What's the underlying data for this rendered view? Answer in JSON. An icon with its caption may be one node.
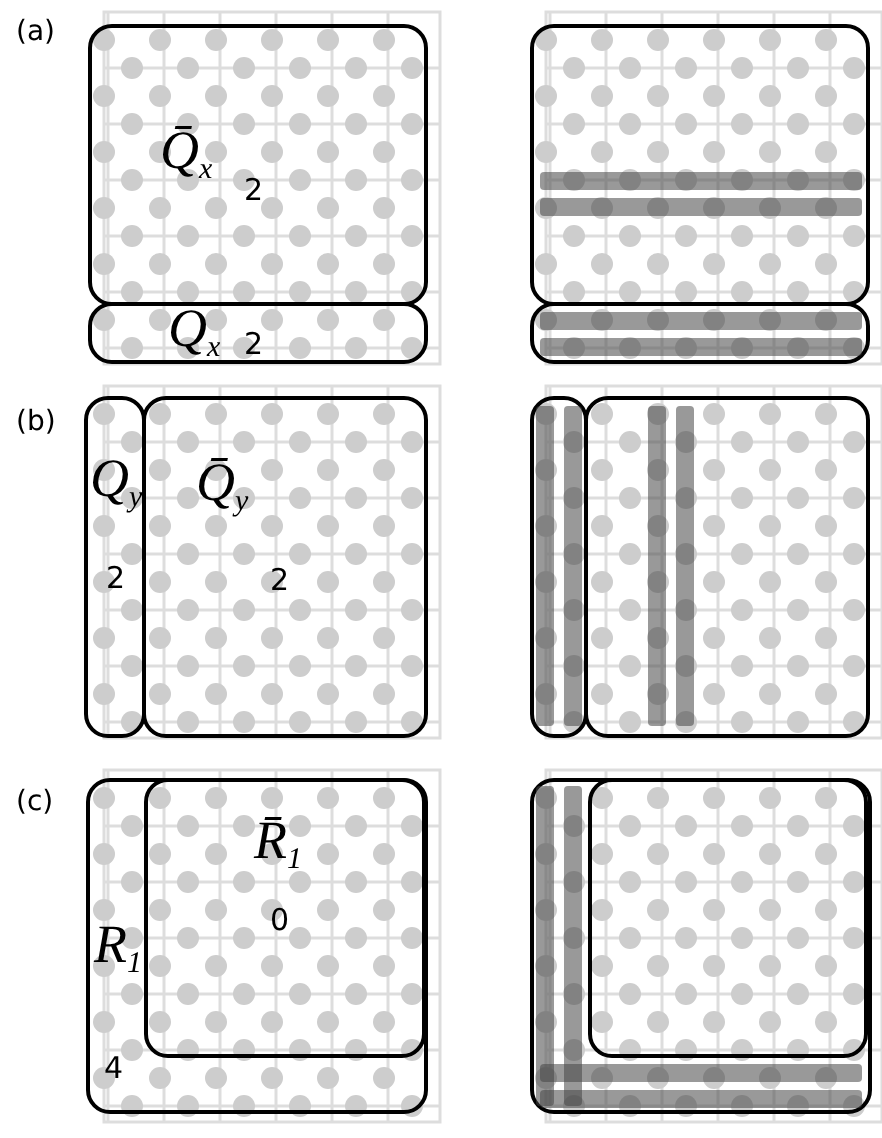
{
  "diagram": {
    "nodes": [
      {
        "text": [
          "Q̄$_{x}$",
          "2"
        ]
      },
      {
        "text": [
          "Q$_{x}$",
          "2"
        ]
      },
      {
        "text": [],
        "shape": "box"
      },
      {
        "text": [],
        "shape": "box"
      },
      {
        "text": [
          "Q$_{y}$",
          "2"
        ]
      },
      {
        "text": [
          "Q̄$_{y}$",
          "2"
        ]
      },
      {
        "text": [],
        "shape": "box"
      },
      {
        "text": [],
        "shape": "box"
      },
      {
        "text": [
          "R$_{1}$",
          "4"
        ]
      },
      {
        "text": [
          "R̄$_{1}$",
          "0"
        ],
        "in": 8
      },
      {
        "text": [],
        "shape": "box"
      },
      {
        "text": [],
        "shape": "box",
        "in": 10
      }
    ],
    "labels": [
      "(a)",
      "(b)",
      "(c)"
    ]
  }
}
